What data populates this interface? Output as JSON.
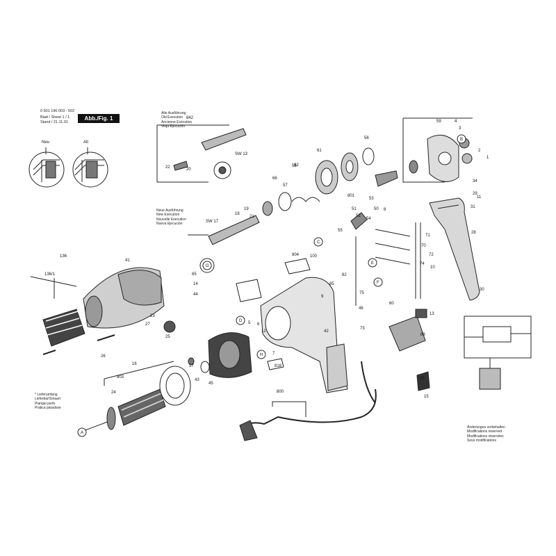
{
  "header": {
    "doc_number": "0 601 196 003 - 502",
    "line_1": "Blatt / Sheet 1 / 1",
    "line_2": "Stand / 21.11.01",
    "fig_badge": "Abb./Fig. 1"
  },
  "details": {
    "left_label": "Neu",
    "right_label": "Alt"
  },
  "notes": {
    "ausfuehrung_a": [
      "Alte Ausführung",
      "Old Execution",
      "Ancienne Exécution",
      "Vieja Ejecución"
    ],
    "ausfuehrung_b": [
      "Neue Ausführung",
      "New Execution",
      "Nouvelle Exécution",
      "Nueva Ejecución"
    ],
    "lieferbar": [
      "* Lieferumfang",
      "Lieferbar/Sinaart",
      "Plangei perfo",
      "Pratica paradoxe"
    ],
    "aenderungen": [
      "Änderungen vorbehalten",
      "Modifications reserved",
      "Modifications réservées",
      "Sous modifications"
    ]
  },
  "part_labels": [
    "842",
    "SW 13",
    "22",
    "20",
    "61",
    "62",
    "SW 17",
    "41",
    "136",
    "136/1",
    "65",
    "14",
    "44",
    "23",
    "26",
    "25",
    "27",
    "16",
    "24",
    "17",
    "818",
    "800",
    "803",
    "43",
    "45",
    "6",
    "5",
    "12",
    "7",
    "56",
    "53",
    "50",
    "8",
    "9",
    "60",
    "801",
    "42",
    "804",
    "66",
    "57",
    "58",
    "55",
    "73",
    "75",
    "70",
    "71",
    "72",
    "74",
    "10",
    "34",
    "11",
    "89",
    "13",
    "35",
    "15",
    "46",
    "28",
    "30",
    "31",
    "29",
    "4",
    "3",
    "2",
    "1",
    "18",
    "19",
    "21",
    "51",
    "52",
    "54",
    "59",
    "82",
    "85",
    "100"
  ],
  "callouts": [
    "A",
    "B",
    "C",
    "D",
    "E",
    "F",
    "G",
    "H"
  ]
}
